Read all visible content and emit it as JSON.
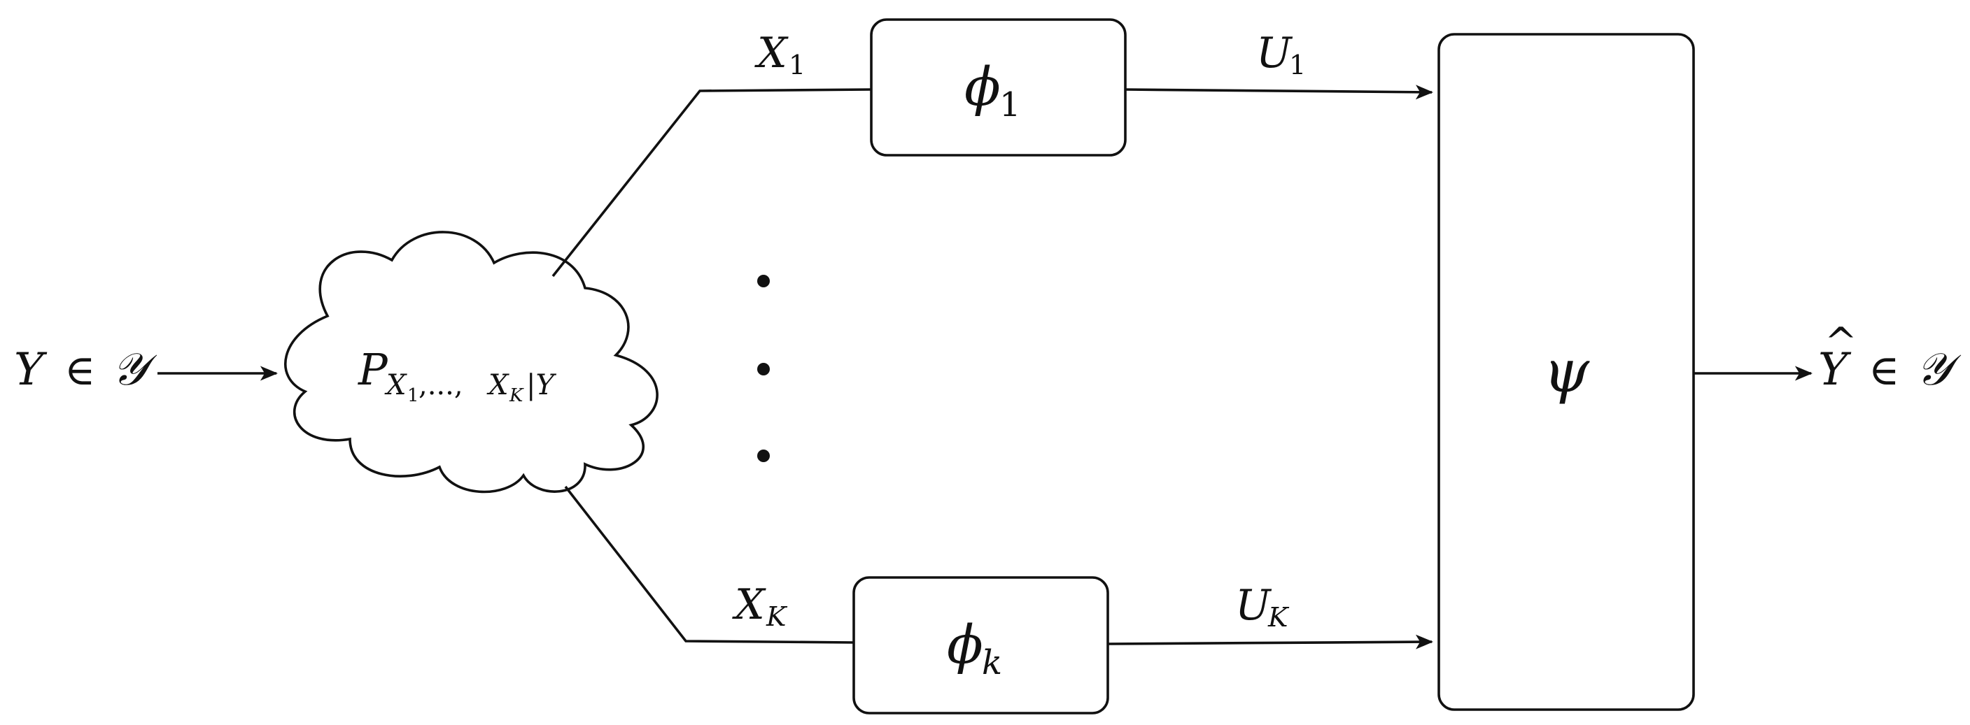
{
  "source": {
    "var": "Y",
    "rel": "∈",
    "set": "𝒴"
  },
  "channel": {
    "base": "P",
    "sub_a": "X",
    "sub_a_idx": "1",
    "sub_mid": ",...,",
    "sub_b": "X",
    "sub_b_idx": "K",
    "sub_cond": "|Y"
  },
  "branches": {
    "top_input": {
      "base": "X",
      "sub": "1"
    },
    "bottom_input": {
      "base": "X",
      "sub": "K"
    },
    "top_output": {
      "base": "U",
      "sub": "1"
    },
    "bottom_output": {
      "base": "U",
      "sub": "K"
    }
  },
  "encoders": {
    "top": {
      "base": "ϕ",
      "sub": "1"
    },
    "bottom": {
      "base": "ϕ",
      "sub": "k"
    }
  },
  "decoder": {
    "label": "ψ"
  },
  "estimate": {
    "hat": "^",
    "var": "Y",
    "rel": "∈",
    "set": "𝒴"
  },
  "ellipsis": {
    "dot": "•"
  }
}
